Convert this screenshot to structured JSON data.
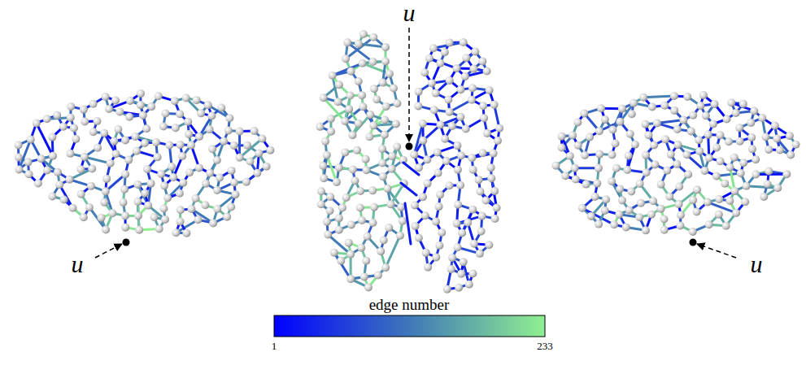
{
  "diagram": {
    "labels": [
      "u",
      "u",
      "u",
      "edge number",
      "1",
      "233"
    ]
  }
}
